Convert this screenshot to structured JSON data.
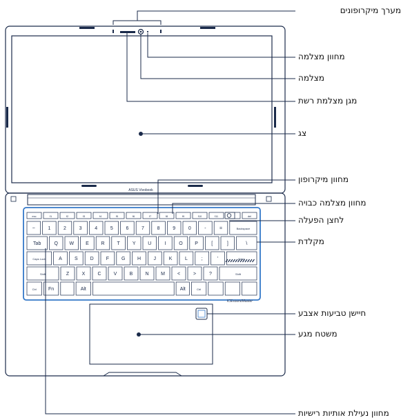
{
  "brand_text": "ASUS Vivobook",
  "touchpad_logo": "ICEsoundMaster",
  "keyboard": {
    "fn_row": [
      "esc",
      "f1",
      "f2",
      "f3",
      "f4",
      "f5",
      "f6",
      "f7",
      "f8",
      "f9",
      "f10",
      "f11",
      "f12",
      "del"
    ],
    "num_row": [
      "~",
      "1",
      "2",
      "3",
      "4",
      "5",
      "6",
      "7",
      "8",
      "9",
      "0",
      "-",
      "=",
      "Backspace"
    ],
    "top_row": [
      "Tab",
      "Q",
      "W",
      "E",
      "R",
      "T",
      "Y",
      "U",
      "I",
      "O",
      "P",
      "[",
      "]",
      "\\"
    ],
    "home_row": [
      "Caps Lock",
      "A",
      "S",
      "D",
      "F",
      "G",
      "H",
      "J",
      "K",
      "L",
      ";",
      "'",
      "Enter"
    ],
    "bottom_row": [
      "Shift",
      "Z",
      "X",
      "C",
      "V",
      "B",
      "N",
      "M",
      "<",
      ">",
      "?",
      "Shift"
    ],
    "space_row": [
      "Ctrl",
      "Fn",
      "",
      "Alt",
      "",
      "Alt",
      "Ctrl",
      "",
      "",
      ""
    ]
  },
  "labels": {
    "mic_array": "מערך מיקרופונים",
    "camera_indicator": "מחוון מצלמה",
    "camera": "מצלמה",
    "camera_shield": "מגן מצלמת רשת",
    "display": "צג",
    "mic_indicator": "מחוון מיקרופון",
    "camera_off_indicator": "מחוון מצלמה כבויה",
    "power_button": "לחצן הפעלה",
    "keyboard": "מקלדת",
    "fingerprint": "חיישן טביעות אצבע",
    "touchpad": "משטח מגע",
    "capslock_indicator": "מחוון נעילת אותיות רישיות"
  }
}
